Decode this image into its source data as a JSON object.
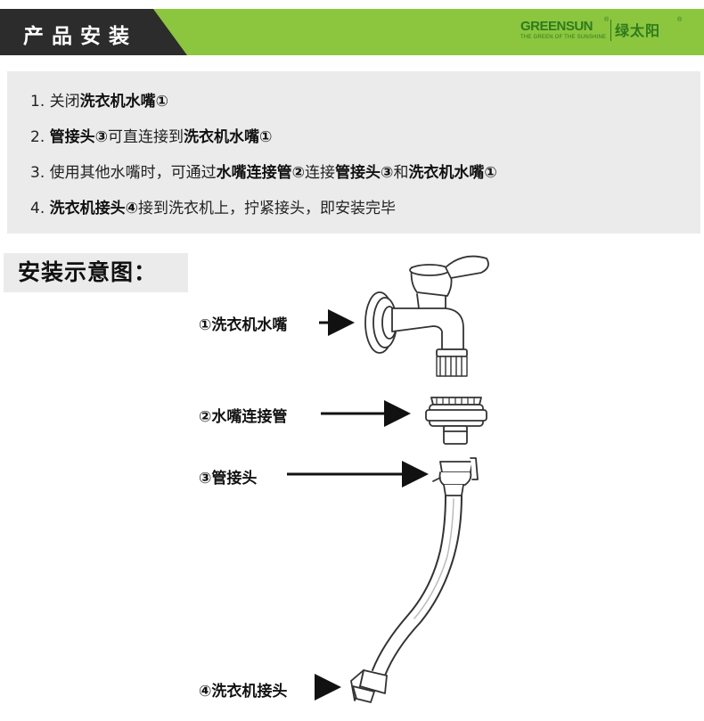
{
  "header": {
    "title": "产品安装",
    "brand_en": "GREENSUN",
    "brand_tagline": "THE GREEN OF THE SUNSHINE",
    "brand_cn": "绿太阳",
    "registered_mark": "®",
    "colors": {
      "banner_green": "#8cc63f",
      "banner_dark": "#2c2c2c",
      "brand_green": "#2e7a1e"
    }
  },
  "steps": [
    {
      "num": "1.",
      "parts": [
        {
          "t": "关闭",
          "b": false
        },
        {
          "t": "洗衣机水嘴①",
          "b": true
        }
      ]
    },
    {
      "num": "2.",
      "parts": [
        {
          "t": "管接头③",
          "b": true
        },
        {
          "t": "可直连接到",
          "b": false
        },
        {
          "t": "洗衣机水嘴①",
          "b": true
        }
      ]
    },
    {
      "num": "3.",
      "parts": [
        {
          "t": "使用其他水嘴时，可通过",
          "b": false
        },
        {
          "t": "水嘴连接管②",
          "b": true
        },
        {
          "t": "连接",
          "b": false
        },
        {
          "t": "管接头③",
          "b": true
        },
        {
          "t": "和",
          "b": false
        },
        {
          "t": "洗衣机水嘴①",
          "b": true
        }
      ]
    },
    {
      "num": "4.",
      "parts": [
        {
          "t": "洗衣机接头④",
          "b": true
        },
        {
          "t": "接到洗衣机上，拧紧接头，即安装完毕",
          "b": false
        }
      ]
    }
  ],
  "diagram": {
    "title": "安装示意图：",
    "labels": {
      "faucet": "①洗衣机水嘴",
      "connector_pipe": "②水嘴连接管",
      "pipe_joint": "③管接头",
      "washer_joint": "④洗衣机接头"
    }
  }
}
